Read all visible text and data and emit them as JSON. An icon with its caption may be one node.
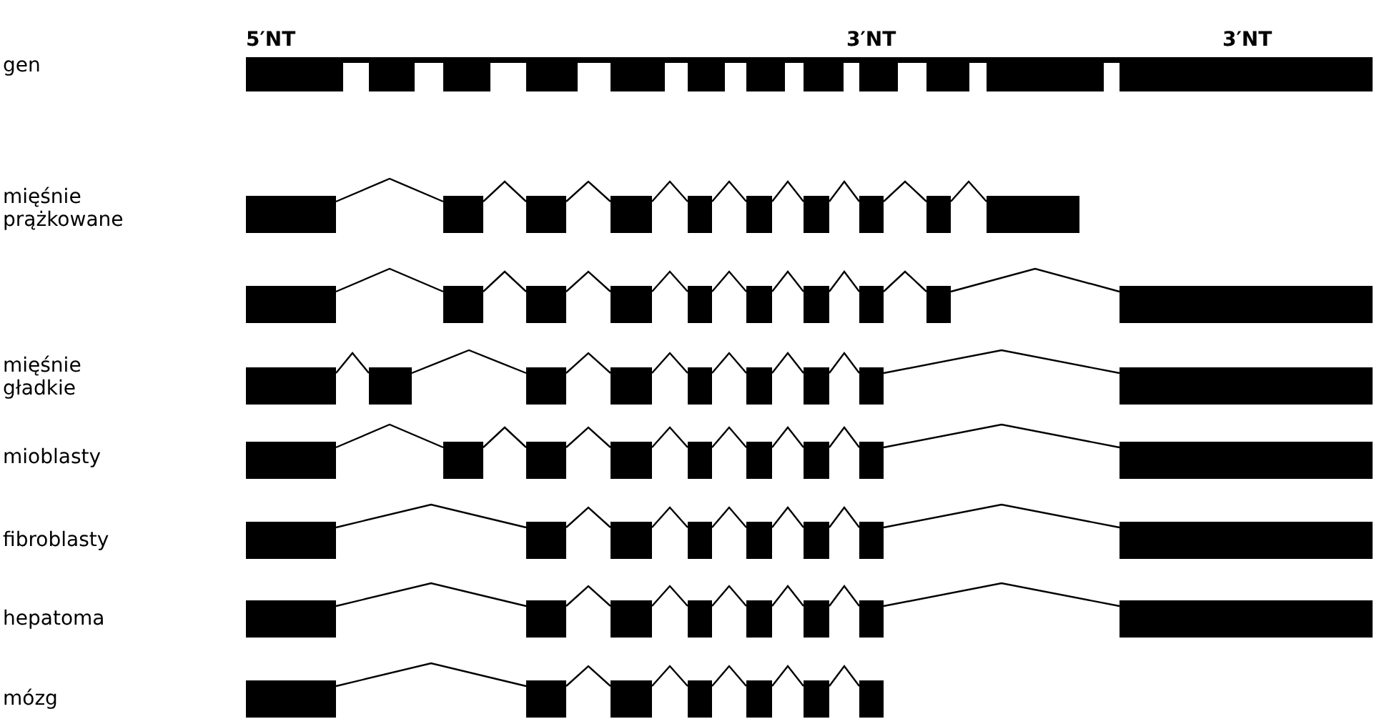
{
  "diagram": {
    "labels": [
      "5′NT",
      "3′NT",
      "3′NT",
      "gen",
      "mięśnie prążkowane",
      "mięśnie gładkie",
      "mioblasty",
      "fibroblasty",
      "hepatoma",
      "mózg"
    ]
  }
}
